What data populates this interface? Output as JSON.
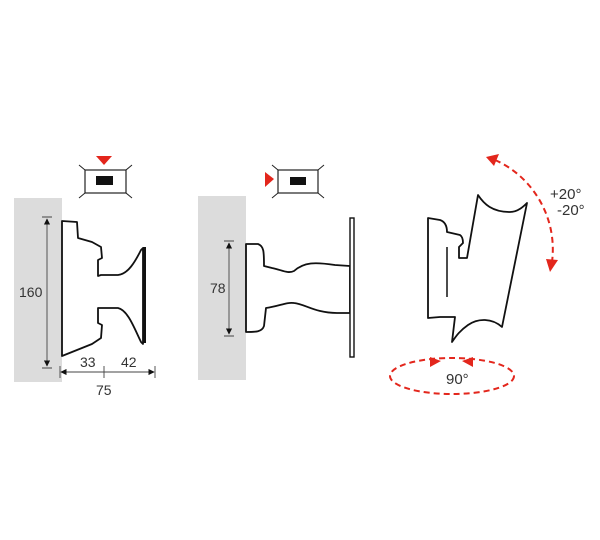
{
  "figures": [
    {
      "view": "front-top",
      "dimensions": {
        "height": "160",
        "depth_a": "33",
        "depth_b": "42",
        "depth_total": "75"
      }
    },
    {
      "view": "side",
      "dimensions": {
        "height": "78"
      }
    },
    {
      "view": "tilt-swivel",
      "tilt": {
        "plus": "+20°",
        "minus": "-20°"
      },
      "swivel": "90°"
    }
  ],
  "colors": {
    "accent": "#e3261c",
    "wall": "#dcdcdc",
    "line": "#111111"
  }
}
